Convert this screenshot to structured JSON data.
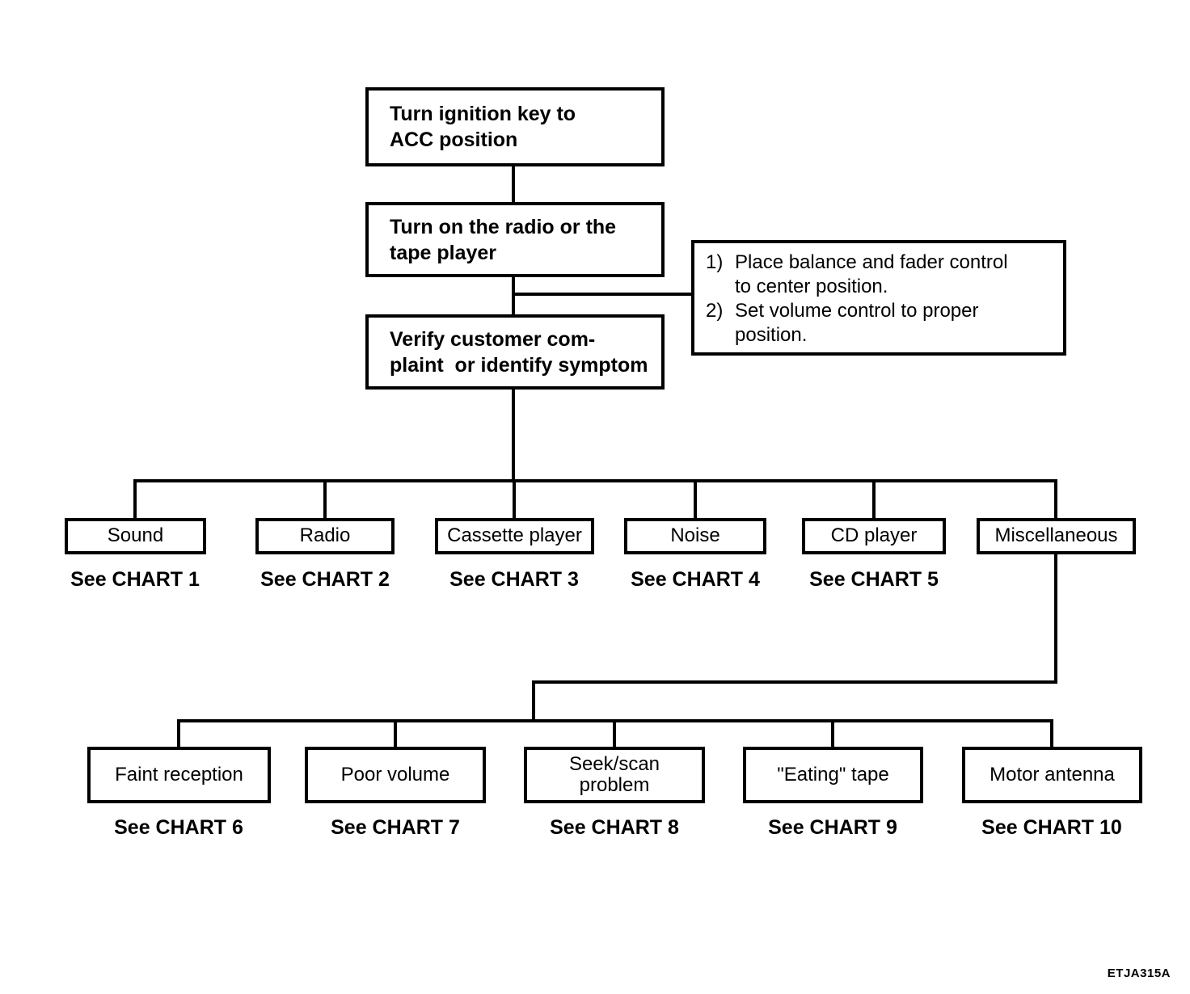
{
  "diagram": {
    "code": "ETJA315A",
    "steps": {
      "step1": "Turn ignition key to\nACC position",
      "step2": "Turn on the radio or the\ntape player",
      "step3": "Verify customer com-\nplaint  or identify symptom"
    },
    "note": {
      "items": [
        {
          "num": "1)",
          "text": "Place balance and fader control\nto center position."
        },
        {
          "num": "2)",
          "text": "Set volume control to proper\nposition."
        }
      ]
    },
    "symptoms": [
      {
        "label": "Sound",
        "chart": "See CHART 1"
      },
      {
        "label": "Radio",
        "chart": "See CHART 2"
      },
      {
        "label": "Cassette player",
        "chart": "See CHART 3"
      },
      {
        "label": "Noise",
        "chart": "See CHART 4"
      },
      {
        "label": "CD player",
        "chart": "See CHART 5"
      },
      {
        "label": "Miscellaneous"
      }
    ],
    "misc_symptoms": [
      {
        "label": "Faint reception",
        "chart": "See CHART 6"
      },
      {
        "label": "Poor volume",
        "chart": "See CHART 7"
      },
      {
        "label": "Seek/scan\nproblem",
        "chart": "See CHART 8"
      },
      {
        "label": "\"Eating\" tape",
        "chart": "See CHART 9"
      },
      {
        "label": "Motor antenna",
        "chart": "See CHART 10"
      }
    ],
    "colors": {
      "ink": "#000000",
      "paper": "#ffffff"
    }
  }
}
